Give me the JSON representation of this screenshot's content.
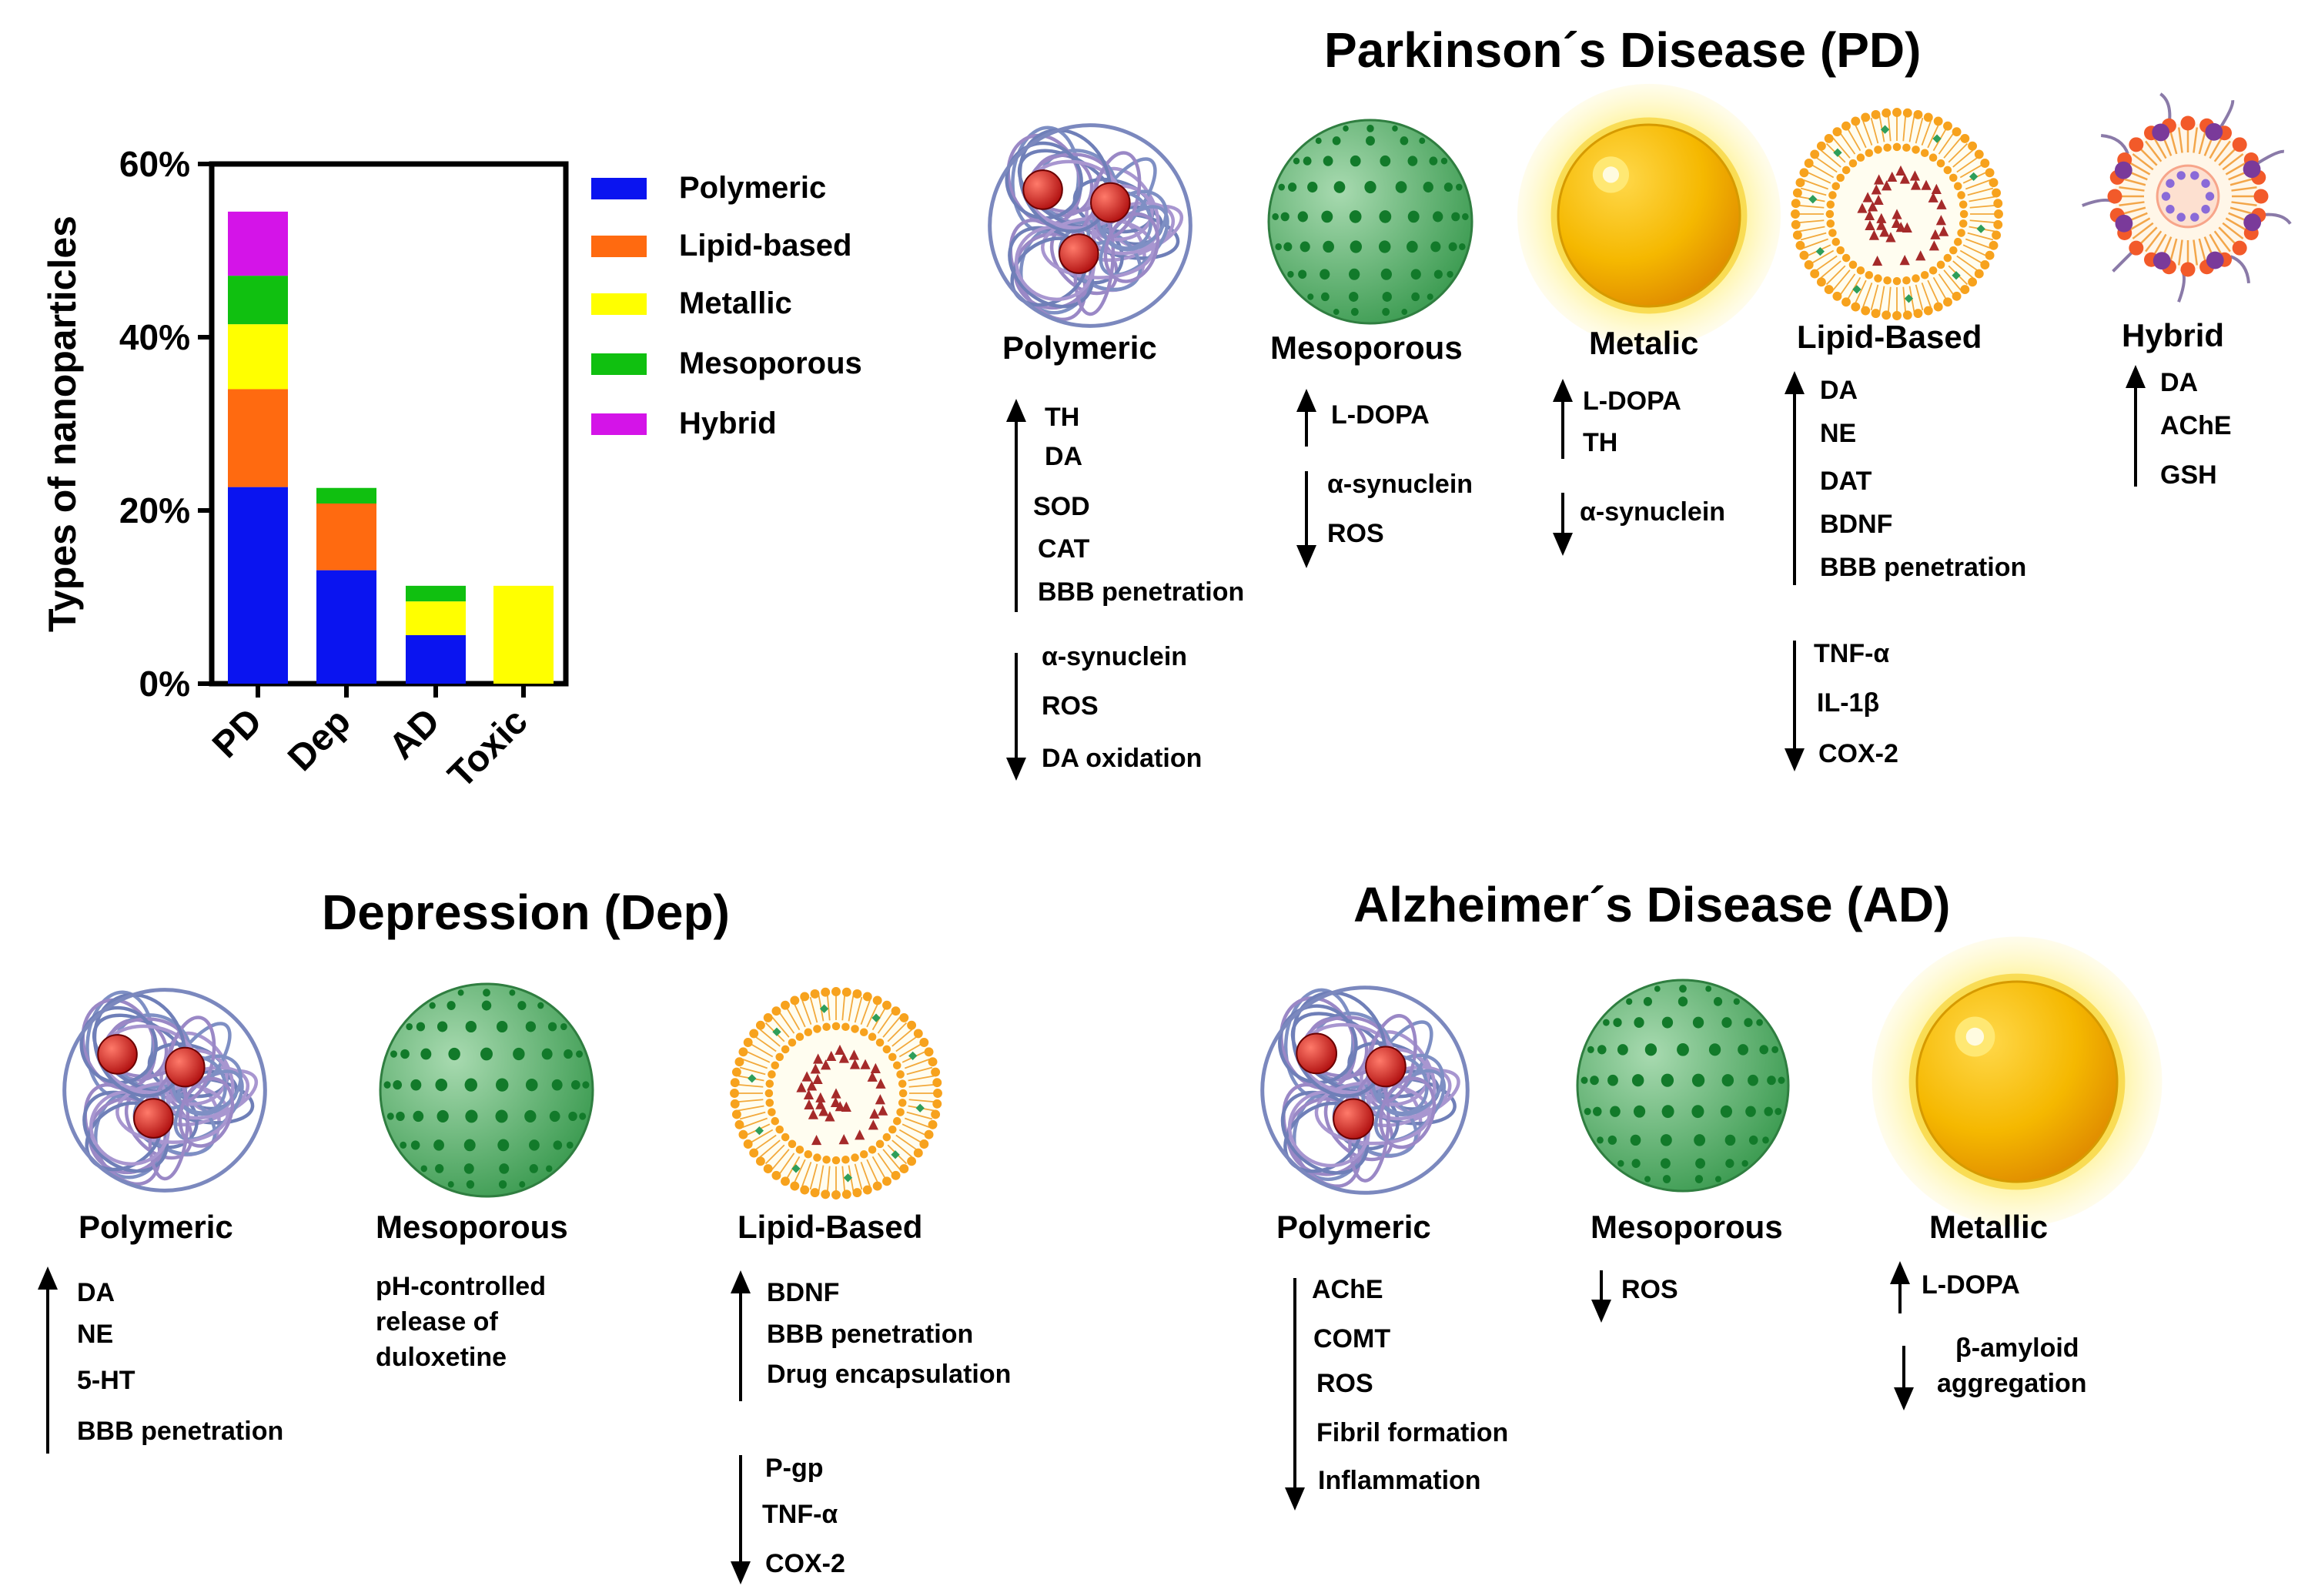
{
  "chart_data": {
    "type": "bar",
    "stacked": true,
    "categories": [
      "PD",
      "Dep",
      "AD",
      "Toxic"
    ],
    "ylabel": "Types of nanoparticles",
    "ylim": [
      0,
      60
    ],
    "yticks": [
      "0%",
      "20%",
      "40%",
      "60%"
    ],
    "legend_position": "right",
    "series": [
      {
        "name": "Polymeric",
        "color": "#0a14f0",
        "values": [
          22.7,
          13.1,
          5.6,
          0
        ]
      },
      {
        "name": "Lipid-based",
        "color": "#ff6a10",
        "values": [
          11.3,
          7.7,
          0,
          0
        ]
      },
      {
        "name": "Metallic",
        "color": "#ffff00",
        "values": [
          7.5,
          0,
          3.9,
          11.3
        ]
      },
      {
        "name": "Mesoporous",
        "color": "#10c010",
        "values": [
          5.6,
          1.8,
          1.8,
          0
        ]
      },
      {
        "name": "Hybrid",
        "color": "#d414e8",
        "values": [
          7.4,
          0,
          0,
          0
        ]
      }
    ]
  },
  "sections": {
    "pd": {
      "title": "Parkinson´s  Disease (PD)",
      "items": [
        {
          "label": "Polymeric",
          "up": [
            "TH",
            "DA",
            "SOD",
            "CAT",
            "BBB penetration"
          ],
          "down": [
            "α-synuclein",
            "ROS",
            "DA oxidation"
          ]
        },
        {
          "label": "Mesoporous",
          "up": [
            "L-DOPA"
          ],
          "down": [
            "α-synuclein",
            "ROS"
          ]
        },
        {
          "label": "Metalic",
          "up": [
            "L-DOPA",
            "TH"
          ],
          "down": [
            "α-synuclein"
          ]
        },
        {
          "label": "Lipid-Based",
          "up": [
            "DA",
            "NE",
            "DAT",
            "BDNF",
            "BBB penetration"
          ],
          "down": [
            "TNF-α",
            "IL-1β",
            "COX-2"
          ]
        },
        {
          "label": "Hybrid",
          "up": [
            "DA",
            "AChE",
            "GSH"
          ]
        }
      ]
    },
    "dep": {
      "title": "Depression (Dep)",
      "items": [
        {
          "label": "Polymeric",
          "up": [
            "DA",
            "NE",
            "5-HT",
            "BBB penetration"
          ]
        },
        {
          "label": "Mesoporous",
          "text": [
            "pH-controlled",
            "release of",
            "duloxetine"
          ]
        },
        {
          "label": "Lipid-Based",
          "up": [
            "BDNF",
            "BBB penetration",
            "Drug encapsulation"
          ],
          "down": [
            "P-gp",
            "TNF-α",
            "COX-2"
          ]
        }
      ]
    },
    "ad": {
      "title": "Alzheimer´s Disease (AD)",
      "items": [
        {
          "label": "Polymeric",
          "down": [
            "AChE",
            "COMT",
            "ROS",
            "Fibril formation",
            "Inflammation"
          ]
        },
        {
          "label": "Mesoporous",
          "down": [
            "ROS"
          ]
        },
        {
          "label": "Metallic",
          "up": [
            "L-DOPA"
          ],
          "down": [
            "β-amyloid",
            "aggregation"
          ]
        }
      ]
    }
  }
}
